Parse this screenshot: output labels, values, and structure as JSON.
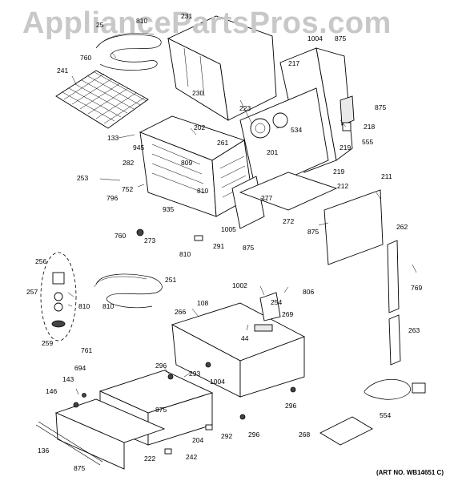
{
  "watermark": "AppliancePartsPros.com",
  "art_number": "(ART NO. WB14651 C)",
  "labels": {
    "l231": "231",
    "l25": "25",
    "l810a": "810",
    "l760a": "760",
    "l1004a": "1004",
    "l875a": "875",
    "l241": "241",
    "l230": "230",
    "l217": "217",
    "l875b": "875",
    "l223": "223",
    "l534": "534",
    "l218": "218",
    "l202": "202",
    "l133": "133",
    "l945": "945",
    "l261": "261",
    "l201": "201",
    "l555": "555",
    "l219a": "219",
    "l219b": "219",
    "l282": "282",
    "l809": "809",
    "l253": "253",
    "l752": "752",
    "l796": "796",
    "l810b": "810",
    "l935": "935",
    "l277": "277",
    "l212": "212",
    "l211": "211",
    "l272": "272",
    "l875c": "875",
    "l1005": "1005",
    "l262": "262",
    "l760b": "760",
    "l273": "273",
    "l291": "291",
    "l875d": "875",
    "l810c": "810",
    "l256": "256",
    "l251": "251",
    "l769": "769",
    "l257": "257",
    "l810d": "810",
    "l810e": "810",
    "l1002": "1002",
    "l806": "806",
    "l254": "254",
    "l108": "108",
    "l266": "266",
    "l269": "269",
    "l44": "44",
    "l259": "259",
    "l263": "263",
    "l761": "761",
    "l694": "694",
    "l296a": "296",
    "l293": "293",
    "l1004b": "1004",
    "l143": "143",
    "l146": "146",
    "l875e": "875",
    "l296b": "296",
    "l554": "554",
    "l204": "204",
    "l292": "292",
    "l296c": "296",
    "l268": "268",
    "l136": "136",
    "l222": "222",
    "l242": "242",
    "l875f": "875"
  }
}
